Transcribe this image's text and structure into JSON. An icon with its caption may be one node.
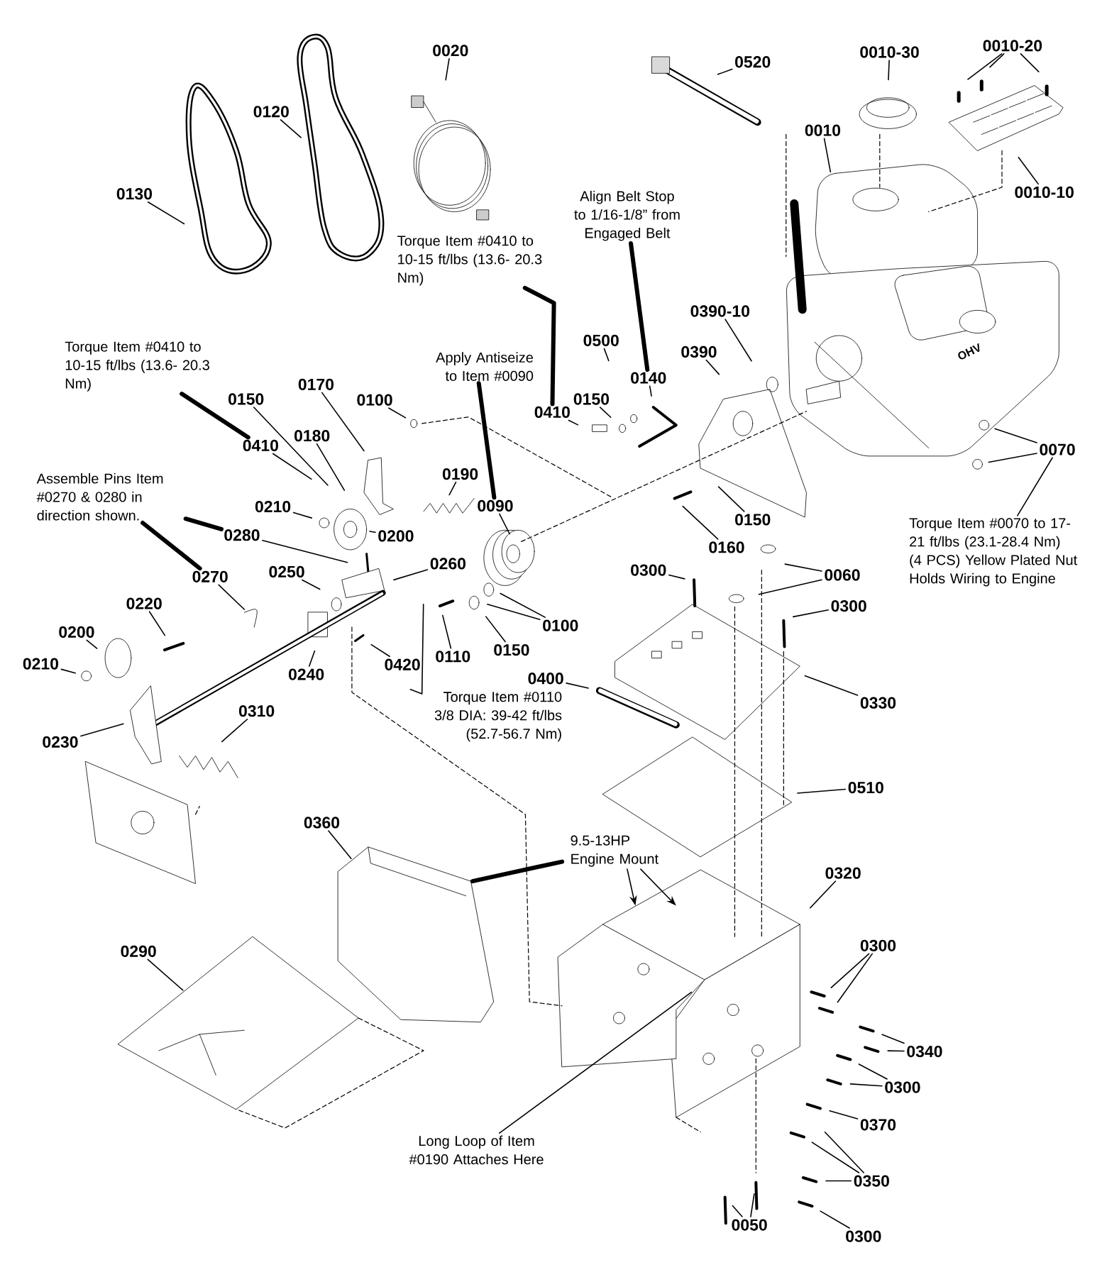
{
  "diagram": {
    "nodes": [
      {
        "text": [
          "0020"
        ]
      },
      {
        "text": [
          "0120"
        ]
      },
      {
        "text": [
          "0130"
        ]
      },
      {
        "text": [
          "0520"
        ]
      },
      {
        "text": [
          "0010-30"
        ]
      },
      {
        "text": [
          "0010-20"
        ]
      },
      {
        "text": [
          "0010"
        ]
      },
      {
        "text": [
          "0010-10"
        ]
      },
      {
        "text": [
          "Align Belt Stop to 1/16-1/8” from Engaged Belt"
        ]
      },
      {
        "text": [
          "Torque Item #0410 to 10-15 ft/lbs (13.6- 20.3 Nm)"
        ]
      },
      {
        "text": [
          "0390-10"
        ]
      },
      {
        "text": [
          "0500"
        ]
      },
      {
        "text": [
          "0140"
        ]
      },
      {
        "text": [
          "0390"
        ]
      },
      {
        "text": [
          "0150"
        ]
      },
      {
        "text": [
          "0410"
        ]
      },
      {
        "text": [
          "Torque Item #0410 to 10-15 ft/lbs (13.6- 20.3 Nm)"
        ]
      },
      {
        "text": [
          "0150"
        ]
      },
      {
        "text": [
          "0170"
        ]
      },
      {
        "text": [
          "0100"
        ]
      },
      {
        "text": [
          "0180"
        ]
      },
      {
        "text": [
          "0410"
        ]
      },
      {
        "text": [
          "Apply Antiseize to Item #0090"
        ]
      },
      {
        "text": [
          "0190"
        ]
      },
      {
        "text": [
          "0090"
        ]
      },
      {
        "text": [
          "Assemble Pins Item #0270 & 0280 in direction shown."
        ]
      },
      {
        "text": [
          "0210"
        ]
      },
      {
        "text": [
          "0280"
        ]
      },
      {
        "text": [
          "0200"
        ]
      },
      {
        "text": [
          "0270"
        ]
      },
      {
        "text": [
          "0250"
        ]
      },
      {
        "text": [
          "0260"
        ]
      },
      {
        "text": [
          "0220"
        ]
      },
      {
        "text": [
          "0300"
        ]
      },
      {
        "text": [
          "0160"
        ]
      },
      {
        "text": [
          "0150"
        ]
      },
      {
        "text": [
          "0070"
        ]
      },
      {
        "text": [
          "Torque Item #0070 to 17-21 ft/lbs (23.1-28.4 Nm) (4 PCS) Yellow Plated Nut Holds Wiring to Engine"
        ]
      },
      {
        "text": [
          "0060"
        ]
      },
      {
        "text": [
          "0300"
        ]
      },
      {
        "text": [
          "0100"
        ]
      },
      {
        "text": [
          "0110"
        ]
      },
      {
        "text": [
          "0150"
        ]
      },
      {
        "text": [
          "0420"
        ]
      },
      {
        "text": [
          "0240"
        ]
      },
      {
        "text": [
          "Torque Item #0110 3/8 DIA: 39-42 ft/lbs (52.7-56.7 Nm)"
        ]
      },
      {
        "text": [
          "0200"
        ]
      },
      {
        "text": [
          "0210"
        ]
      },
      {
        "text": [
          "0230"
        ]
      },
      {
        "text": [
          "0310"
        ]
      },
      {
        "text": [
          "0400"
        ]
      },
      {
        "text": [
          "0330"
        ]
      },
      {
        "text": [
          "0510"
        ]
      },
      {
        "text": [
          "0360"
        ]
      },
      {
        "text": [
          "9.5-13HP Engine Mount"
        ]
      },
      {
        "text": [
          "0320"
        ]
      },
      {
        "text": [
          "0290"
        ]
      },
      {
        "text": [
          "0300"
        ]
      },
      {
        "text": [
          "0340"
        ]
      },
      {
        "text": [
          "0300"
        ]
      },
      {
        "text": [
          "0370"
        ]
      },
      {
        "text": [
          "Long Loop of Item #0190 Attaches Here"
        ]
      },
      {
        "text": [
          "0350"
        ]
      },
      {
        "text": [
          "0050"
        ]
      },
      {
        "text": [
          "0300"
        ]
      }
    ],
    "edges": [
      {
        "from": 0,
        "to": null,
        "arrow": "none"
      },
      {
        "from": 1,
        "to": null,
        "arrow": "none"
      },
      {
        "from": 2,
        "to": null,
        "arrow": "none"
      },
      {
        "from": 3,
        "to": null,
        "arrow": "none"
      },
      {
        "from": 4,
        "to": null,
        "arrow": "none"
      },
      {
        "from": 5,
        "to": null,
        "arrow": "none"
      },
      {
        "from": 5,
        "to": null,
        "arrow": "none"
      },
      {
        "from": 5,
        "to": null,
        "arrow": "none"
      },
      {
        "from": 6,
        "to": null,
        "arrow": "none"
      },
      {
        "from": 7,
        "to": null,
        "arrow": "none"
      },
      {
        "from": 8,
        "to": 12,
        "arrow": "none",
        "style": "thick"
      },
      {
        "from": 9,
        "to": 15,
        "arrow": "none",
        "style": "thick"
      },
      {
        "from": 10,
        "to": null,
        "arrow": "none"
      },
      {
        "from": 11,
        "to": null,
        "arrow": "none"
      },
      {
        "from": 12,
        "to": null,
        "arrow": "none"
      },
      {
        "from": 13,
        "to": null,
        "arrow": "none"
      },
      {
        "from": 14,
        "to": null,
        "arrow": "none"
      },
      {
        "from": 15,
        "to": null,
        "arrow": "none"
      },
      {
        "from": 16,
        "to": 21,
        "arrow": "none",
        "style": "thick"
      },
      {
        "from": 17,
        "to": null,
        "arrow": "none"
      },
      {
        "from": 18,
        "to": null,
        "arrow": "none"
      },
      {
        "from": 19,
        "to": null,
        "arrow": "none"
      },
      {
        "from": 20,
        "to": null,
        "arrow": "none"
      },
      {
        "from": 21,
        "to": null,
        "arrow": "none"
      },
      {
        "from": 22,
        "to": 24,
        "arrow": "none",
        "style": "thick"
      },
      {
        "from": 23,
        "to": null,
        "arrow": "none"
      },
      {
        "from": 24,
        "to": null,
        "arrow": "none"
      },
      {
        "from": 25,
        "to": 27,
        "arrow": "none",
        "style": "thick"
      },
      {
        "from": 25,
        "to": 29,
        "arrow": "none",
        "style": "thick"
      },
      {
        "from": 26,
        "to": null,
        "arrow": "none"
      },
      {
        "from": 27,
        "to": null,
        "arrow": "none"
      },
      {
        "from": 28,
        "to": null,
        "arrow": "none"
      },
      {
        "from": 29,
        "to": null,
        "arrow": "none"
      },
      {
        "from": 30,
        "to": null,
        "arrow": "none"
      },
      {
        "from": 31,
        "to": null,
        "arrow": "none"
      },
      {
        "from": 32,
        "to": null,
        "arrow": "none"
      },
      {
        "from": 33,
        "to": null,
        "arrow": "none"
      },
      {
        "from": 34,
        "to": null,
        "arrow": "none"
      },
      {
        "from": 35,
        "to": null,
        "arrow": "none"
      },
      {
        "from": 36,
        "to": null,
        "arrow": "none"
      },
      {
        "from": 36,
        "to": null,
        "arrow": "none"
      },
      {
        "from": 37,
        "to": 36,
        "arrow": "none"
      },
      {
        "from": 38,
        "to": null,
        "arrow": "none"
      },
      {
        "from": 38,
        "to": null,
        "arrow": "none"
      },
      {
        "from": 39,
        "to": null,
        "arrow": "none"
      },
      {
        "from": 40,
        "to": null,
        "arrow": "none"
      },
      {
        "from": 40,
        "to": null,
        "arrow": "none"
      },
      {
        "from": 41,
        "to": null,
        "arrow": "none"
      },
      {
        "from": 42,
        "to": null,
        "arrow": "none"
      },
      {
        "from": 43,
        "to": null,
        "arrow": "none"
      },
      {
        "from": 44,
        "to": null,
        "arrow": "none"
      },
      {
        "from": 45,
        "to": null,
        "arrow": "none"
      },
      {
        "from": 46,
        "to": null,
        "arrow": "none"
      },
      {
        "from": 47,
        "to": null,
        "arrow": "none"
      },
      {
        "from": 48,
        "to": null,
        "arrow": "none"
      },
      {
        "from": 49,
        "to": null,
        "arrow": "none"
      },
      {
        "from": 50,
        "to": null,
        "arrow": "none"
      },
      {
        "from": 51,
        "to": null,
        "arrow": "none"
      },
      {
        "from": 52,
        "to": null,
        "arrow": "none"
      },
      {
        "from": 53,
        "to": null,
        "arrow": "none"
      },
      {
        "from": 54,
        "to": null,
        "arrow": "to"
      },
      {
        "from": 54,
        "to": null,
        "arrow": "to"
      },
      {
        "from": 55,
        "to": null,
        "arrow": "none"
      },
      {
        "from": 56,
        "to": null,
        "arrow": "none"
      },
      {
        "from": 57,
        "to": null,
        "arrow": "none"
      },
      {
        "from": 57,
        "to": null,
        "arrow": "none"
      },
      {
        "from": 58,
        "to": null,
        "arrow": "none"
      },
      {
        "from": 58,
        "to": null,
        "arrow": "none"
      },
      {
        "from": 59,
        "to": null,
        "arrow": "none"
      },
      {
        "from": 59,
        "to": null,
        "arrow": "none"
      },
      {
        "from": 60,
        "to": null,
        "arrow": "none"
      },
      {
        "from": 61,
        "to": null,
        "arrow": "none"
      },
      {
        "from": 62,
        "to": null,
        "arrow": "none"
      },
      {
        "from": 62,
        "to": null,
        "arrow": "none"
      },
      {
        "from": 62,
        "to": null,
        "arrow": "none"
      },
      {
        "from": 63,
        "to": null,
        "arrow": "none"
      },
      {
        "from": 63,
        "to": null,
        "arrow": "none"
      },
      {
        "from": 64,
        "to": null,
        "arrow": "none"
      }
    ],
    "labels": [
      "OHV"
    ]
  }
}
